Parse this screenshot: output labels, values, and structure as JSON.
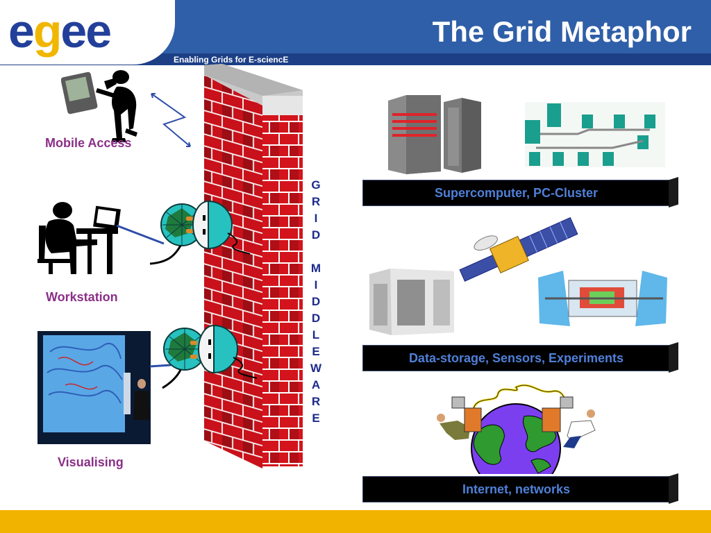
{
  "header": {
    "logo": {
      "parts": [
        "e",
        "g",
        "ee"
      ]
    },
    "tagline": "Enabling Grids for E-sciencE",
    "title": "The Grid Metaphor"
  },
  "left": {
    "mobile_label": "Mobile Access",
    "workstation_label": "Workstation",
    "visualising_label": "Visualising"
  },
  "middleware_letters": [
    "G",
    "R",
    "I",
    "D",
    "",
    "M",
    "I",
    "D",
    "D",
    "L",
    "E",
    "W",
    "A",
    "R",
    "E"
  ],
  "right": {
    "banner1": "Supercomputer, PC-Cluster",
    "banner2": "Data-storage, Sensors, Experiments",
    "banner3": "Internet, networks"
  },
  "colors": {
    "header_blue": "#2f5fa8",
    "footer_yellow": "#f1b300",
    "label_purple": "#8b2f88",
    "banner_text": "#4f80d8",
    "brick_red": "#d4141c"
  }
}
